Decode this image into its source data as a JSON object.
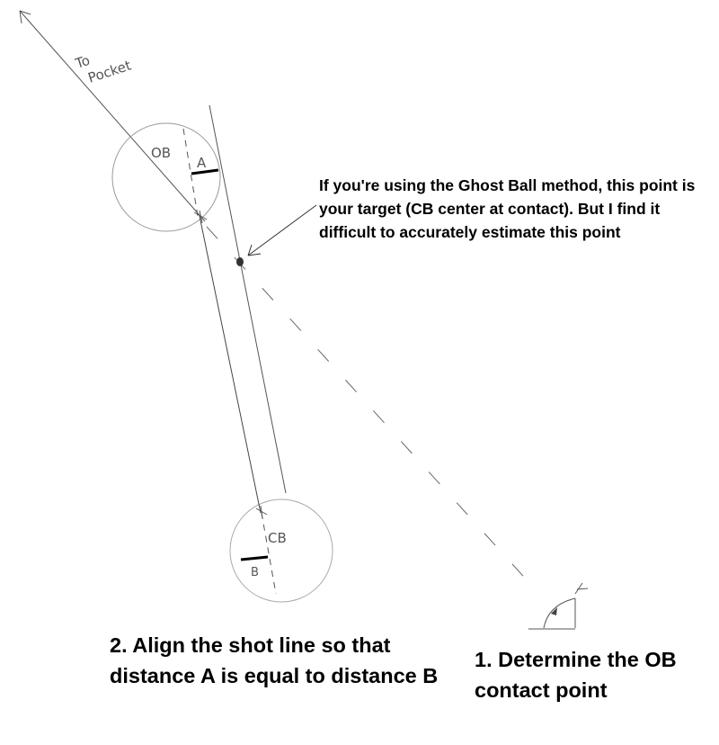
{
  "labels": {
    "to_pocket_1": "To",
    "to_pocket_2": "Pocket",
    "object_ball": "OB",
    "cue_ball": "CB",
    "distance_a": "A",
    "distance_b": "B"
  },
  "notes": {
    "ghost_ball": "If you're using the Ghost Ball method, this point is your target (CB center at contact). But I find it difficult to accurately estimate this point",
    "align_shot": "2. Align the shot line so that distance A is equal to distance B",
    "contact_point": "1. Determine the OB contact point"
  }
}
